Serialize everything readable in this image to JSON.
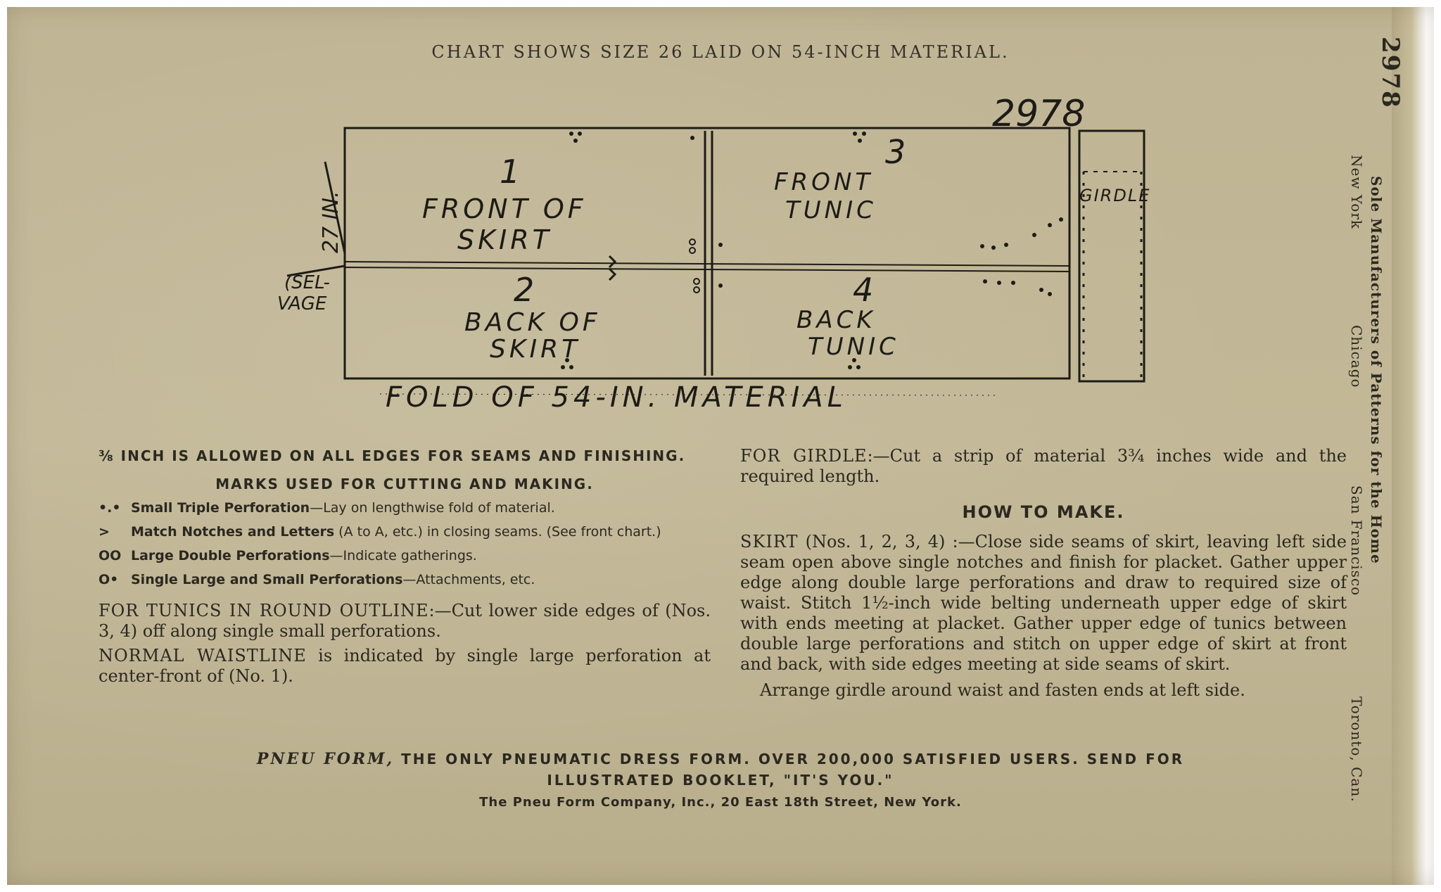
{
  "caption": "CHART SHOWS SIZE 26 LAID ON 54-INCH MATERIAL.",
  "pattern_number": "2978",
  "layout": {
    "pieces": [
      {
        "number": "1",
        "line1": "FRONT OF",
        "line2": "SKIRT"
      },
      {
        "number": "3",
        "line1": "FRONT",
        "line2": "TUNIC"
      },
      {
        "number": "2",
        "line1": "BACK OF",
        "line2": "SKIRT"
      },
      {
        "number": "4",
        "line1": "BACK",
        "line2": "TUNIC"
      }
    ],
    "girdle_label": "GIRDLE",
    "width_label": "27 IN.",
    "selvage_label_1": "(SEL-",
    "selvage_label_2": "VAGE",
    "fold_label": "FOLD OF 54-IN. MATERIAL"
  },
  "left": {
    "allowance": "⅜ INCH IS ALLOWED ON ALL EDGES FOR SEAMS AND FINISHING.",
    "marks_title": "MARKS USED FOR CUTTING AND MAKING.",
    "marks": [
      {
        "symbol": "•.•",
        "name": "Small Triple Perforation",
        "desc": "—Lay on lengthwise fold of material."
      },
      {
        "symbol": ">",
        "name": "Match Notches and Letters",
        "desc": " (A to A, etc.) in closing seams. (See front chart.)"
      },
      {
        "symbol": "OO",
        "name": "Large Double Perforations",
        "desc": "—Indicate gatherings."
      },
      {
        "symbol": "O•",
        "name": "Single Large and Small Perforations",
        "desc": "—Attachments, etc."
      }
    ],
    "tunics_lead": "FOR TUNICS IN ROUND OUTLINE",
    "tunics_text": ":—Cut lower side edges of (Nos. 3, 4) off along single small perforations.",
    "waist_lead": "NORMAL WAISTLINE",
    "waist_text": " is indicated by single large perforation at center-front of (No. 1)."
  },
  "right": {
    "girdle_lead": "FOR GIRDLE",
    "girdle_text": ":—Cut a strip of material 3¾ inches wide and the required length.",
    "how_title": "HOW TO MAKE.",
    "skirt_lead": "SKIRT",
    "skirt_text": " (Nos. 1, 2, 3, 4) :—Close side seams of skirt, leaving left side seam open above single notches and finish for placket. Gather upper edge along double large perforations and draw to required size of waist. Stitch 1½-inch wide belting underneath upper edge of skirt with ends meeting at placket. Gather upper edge of tunics between double large perforations and stitch on upper edge of skirt at front and back, with side edges meeting at side seams of skirt.",
    "arrange_text": "Arrange girdle around waist and fasten ends at left side."
  },
  "footer": {
    "brand": "PNEU FORM,",
    "line1": " THE ONLY PNEUMATIC DRESS FORM. OVER 200,000 SATISFIED USERS. SEND FOR",
    "line2": "ILLUSTRATED BOOKLET, \"IT'S YOU.\"",
    "line3": "The Pneu Form Company, Inc., 20 East 18th Street, New York."
  },
  "side": {
    "title": "2978",
    "line": "Sole Manufacturers of Patterns for the Home",
    "cities": [
      "New York",
      "Chicago",
      "San Francisco",
      "Toronto, Can."
    ]
  }
}
